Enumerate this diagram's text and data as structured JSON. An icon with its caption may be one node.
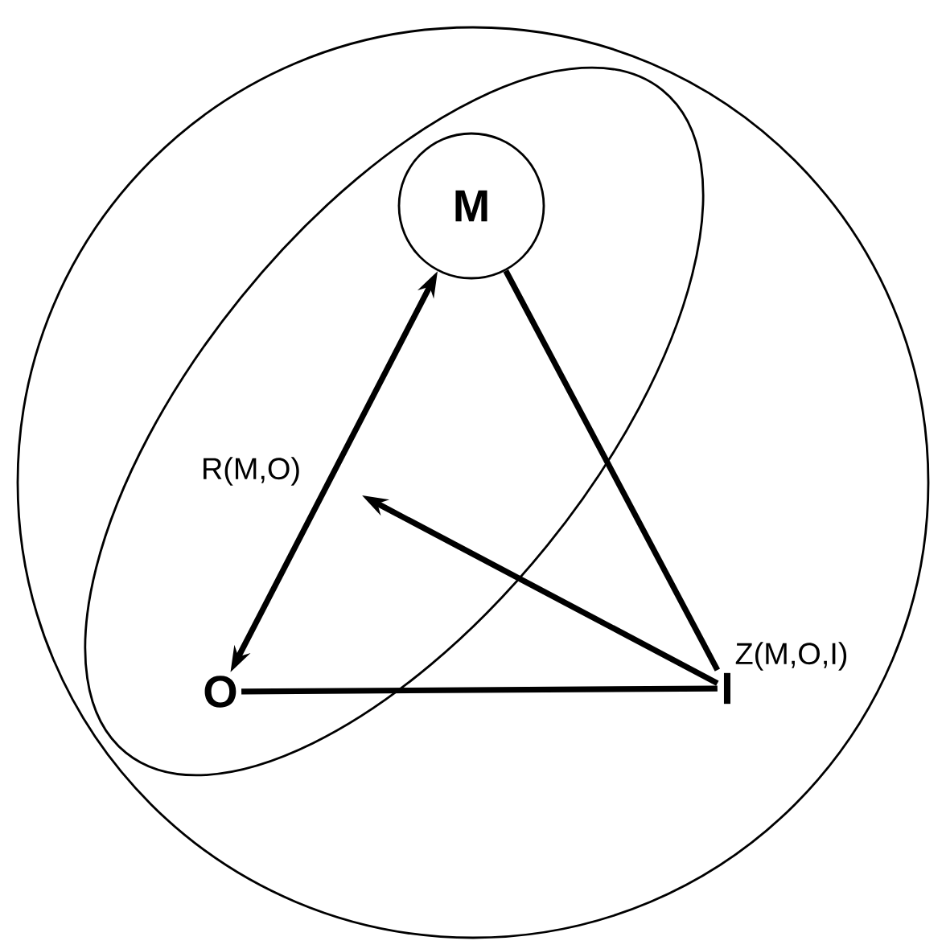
{
  "diagram": {
    "nodes": [
      {
        "text": [],
        "shape": "circle"
      },
      {
        "text": [],
        "shape": "ellipse",
        "in": 0
      },
      {
        "text": [
          "M"
        ],
        "in": 1
      },
      {
        "text": [
          "O"
        ],
        "in": 1
      },
      {
        "text": [
          "I"
        ],
        "in": 0
      }
    ],
    "edges": [
      {
        "from": 2,
        "to": 3,
        "arrow": "both"
      },
      {
        "from": 2,
        "to": 4,
        "arrow": "none"
      },
      {
        "from": 3,
        "to": 4,
        "arrow": "none"
      },
      {
        "from": 4,
        "to": null,
        "arrow": "to"
      }
    ],
    "labels": [
      "R(M,O)",
      "Z(M,O,I)"
    ]
  }
}
